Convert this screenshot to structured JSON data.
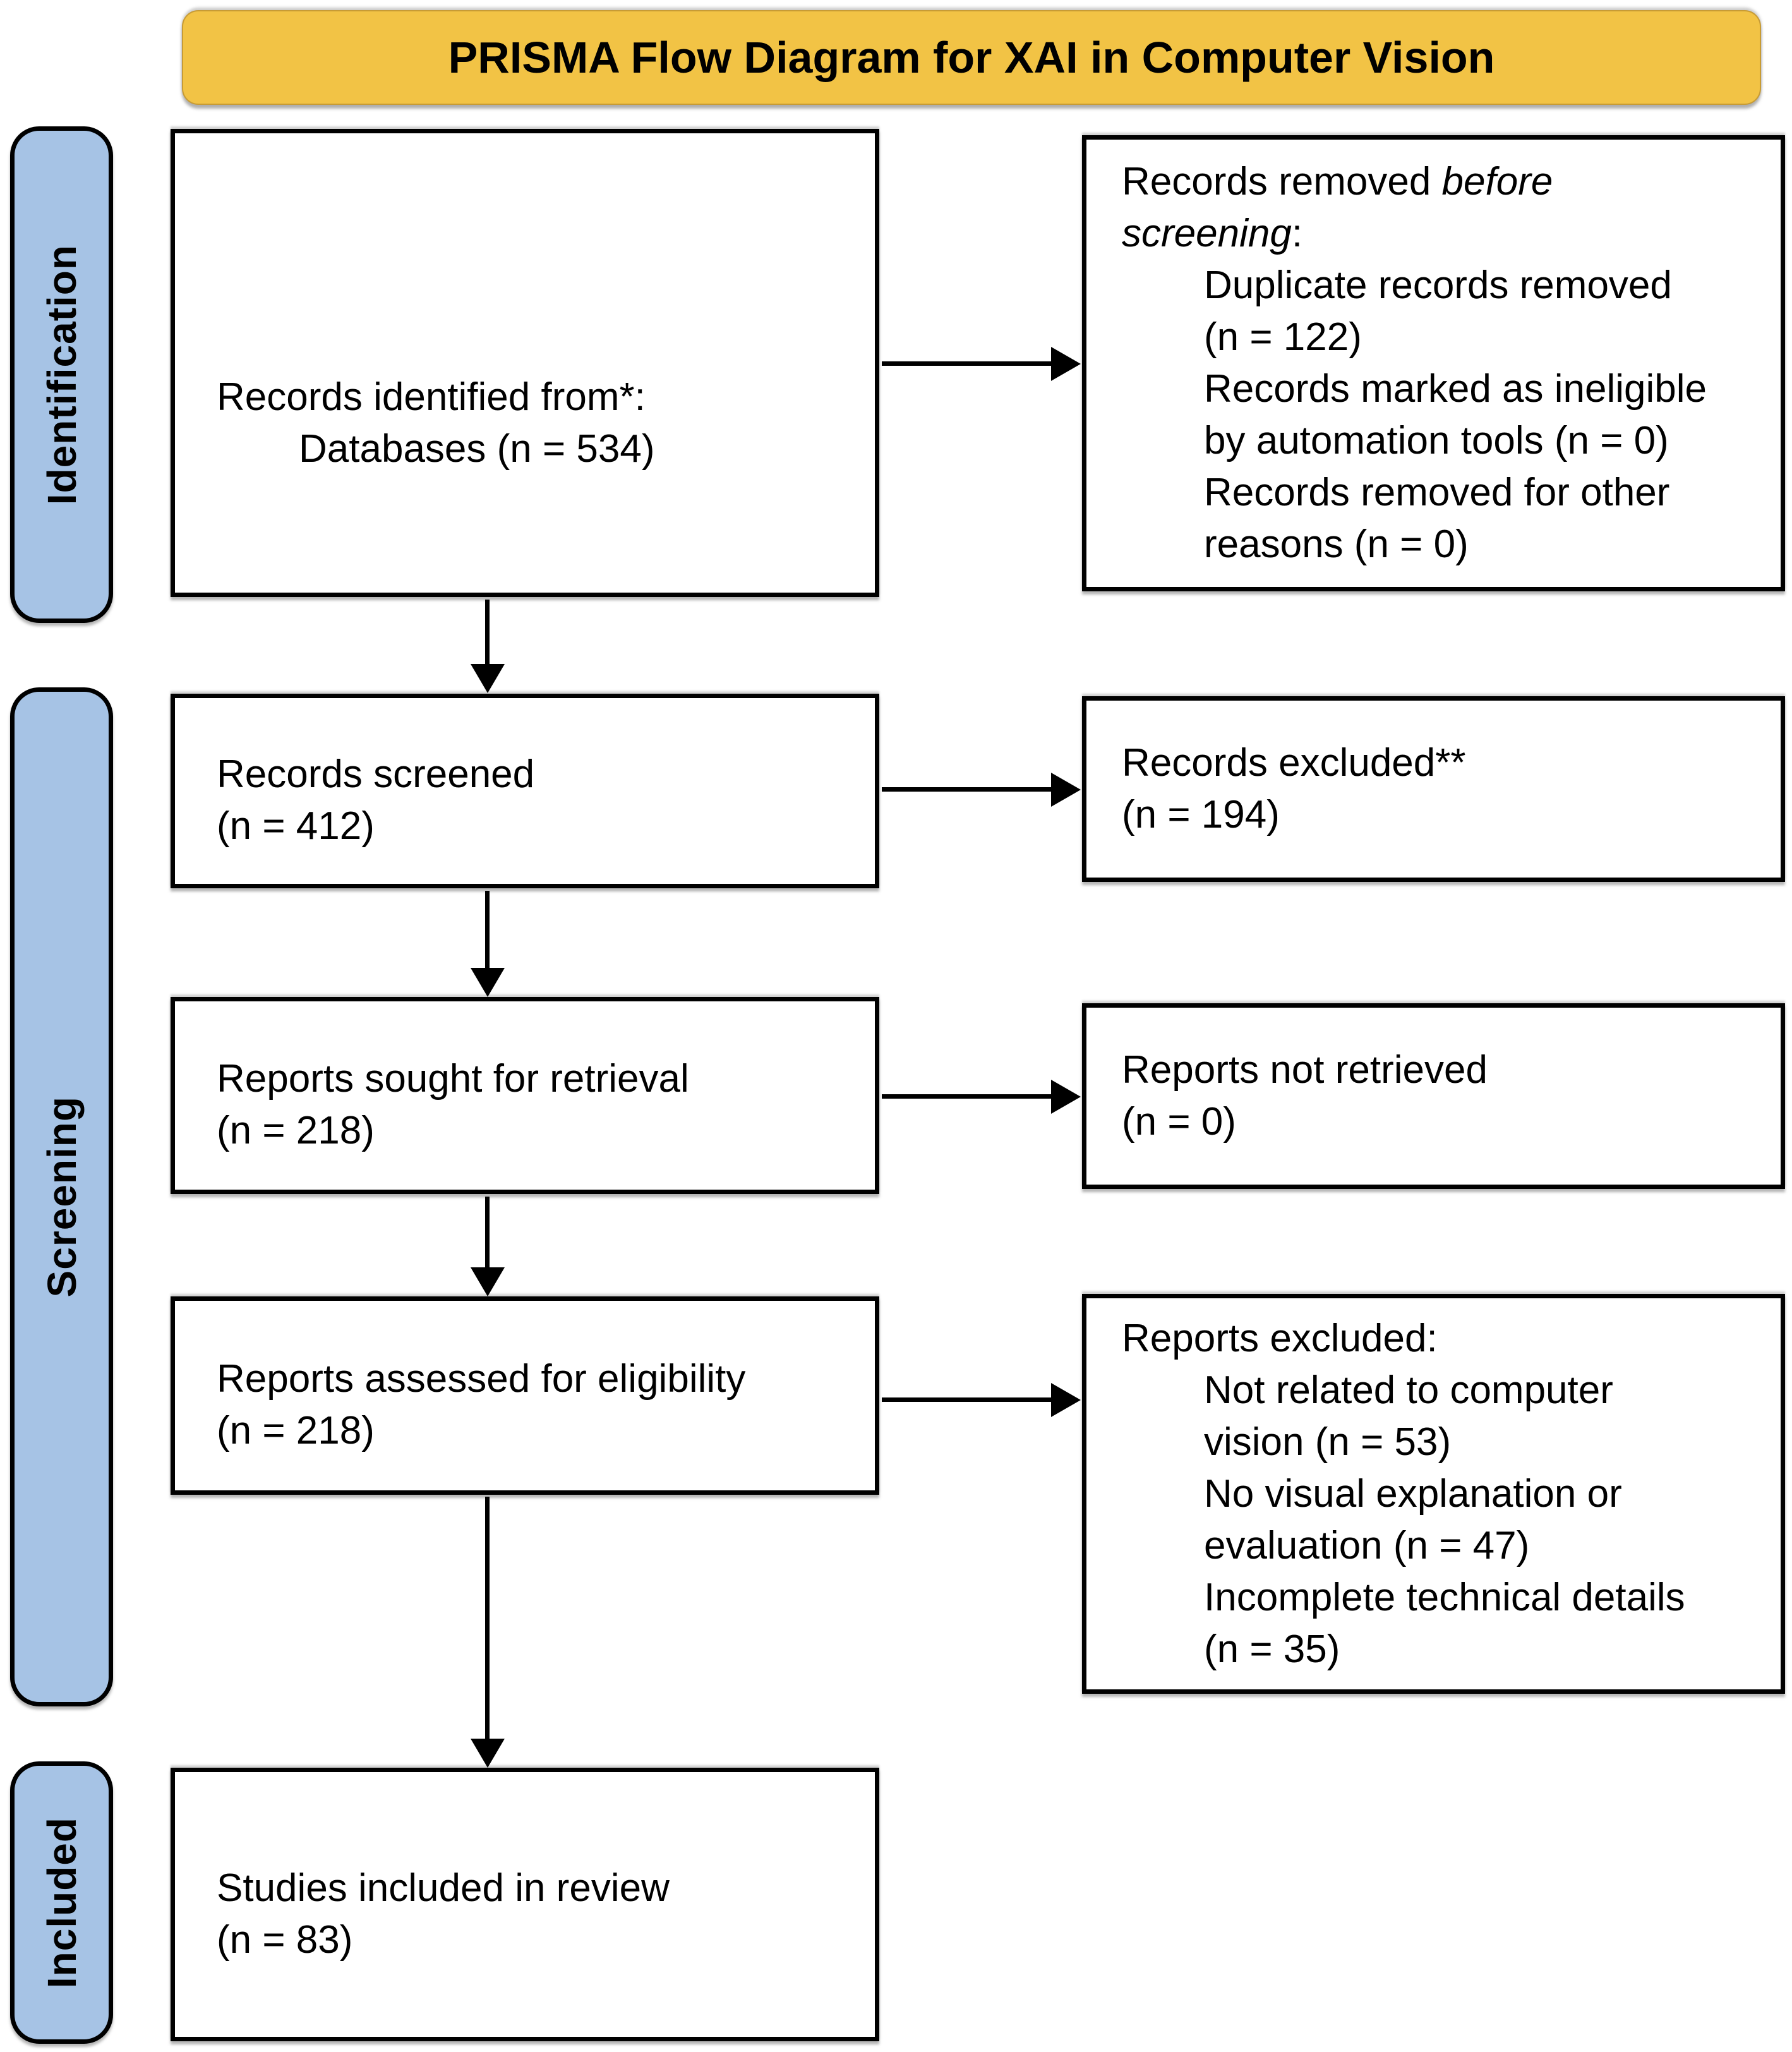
{
  "title": "PRISMA Flow Diagram for XAI in Computer Vision",
  "colors": {
    "banner_bg": "#F2C345",
    "stage_pill_bg": "#A6C3E5",
    "box_bg": "#FFFFFF",
    "border": "#000000",
    "text": "#000000"
  },
  "stages": [
    {
      "label": "Identification"
    },
    {
      "label": "Screening"
    },
    {
      "label": "Included"
    }
  ],
  "boxes": {
    "identified": {
      "line1": "Records identified from*:",
      "line2": "Databases (n = 534)"
    },
    "removed": {
      "intro_prefix": "Records removed ",
      "intro_italic": "before\nscreening",
      "intro_suffix": ":",
      "items": [
        "Duplicate records removed\n(n = 122)",
        "Records marked as ineligible\nby automation tools (n = 0)",
        "Records removed for other\nreasons (n = 0)"
      ]
    },
    "screened": {
      "line1": "Records screened",
      "line2": "(n = 412)"
    },
    "excluded": {
      "line1": "Records excluded**",
      "line2": "(n = 194)"
    },
    "sought": {
      "line1": "Reports sought for retrieval",
      "line2": "(n = 218)"
    },
    "not_retrieved": {
      "line1": "Reports not retrieved",
      "line2": "(n = 0)"
    },
    "assessed": {
      "line1": "Reports assessed for eligibility",
      "line2": "(n = 218)"
    },
    "reports_excluded": {
      "intro": "Reports excluded:",
      "items": [
        "Not related to computer\nvision (n = 53)",
        "No visual explanation or\nevaluation (n = 47)",
        "Incomplete technical details\n(n = 35)"
      ]
    },
    "included_studies": {
      "line1": "Studies included in review",
      "line2": "(n = 83)"
    }
  }
}
